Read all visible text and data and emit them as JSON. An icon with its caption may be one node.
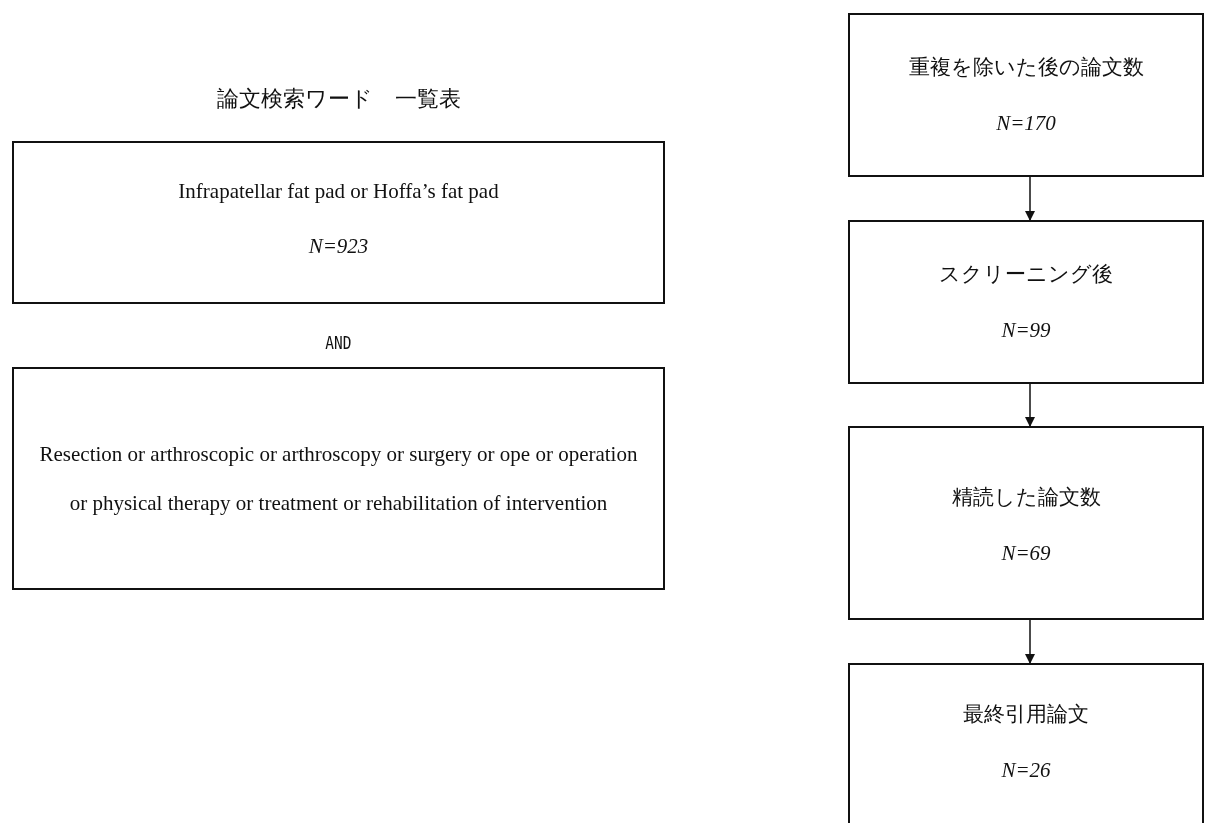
{
  "diagram": {
    "title": "論文検索ワード　一覧表",
    "nodes": [
      {
        "text": [
          "Infrapatellar fat pad or Hoffa’s fat pad",
          "N=923"
        ]
      },
      {
        "text": [
          "Resection or arthroscopic or arthroscopy or surgery or ope or operation or physical therapy or treatment or rehabilitation of intervention"
        ]
      },
      {
        "text": [
          "重複を除いた後の論文数",
          "N=170"
        ]
      },
      {
        "text": [
          "スクリーニング後",
          "N=99"
        ]
      },
      {
        "text": [
          "精読した論文数",
          "N=69"
        ]
      },
      {
        "text": [
          "最終引用論文",
          "N=26"
        ]
      }
    ],
    "edges": [
      {
        "from": 2,
        "to": 3,
        "arrow": "to"
      },
      {
        "from": 3,
        "to": 4,
        "arrow": "to"
      },
      {
        "from": 4,
        "to": 5,
        "arrow": "to"
      }
    ],
    "labels": [
      "AND"
    ]
  }
}
